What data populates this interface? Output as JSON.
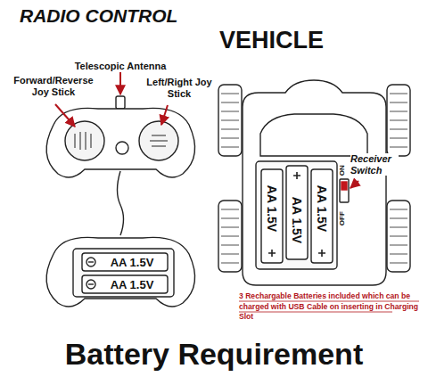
{
  "diagram": {
    "title": "RADIO  CONTROL",
    "caption": "Battery Requirement",
    "nodes": [
      {
        "text": [
          "AA 1.5V"
        ]
      },
      {
        "text": [
          "AA 1.5V"
        ]
      },
      {
        "text": [
          "AA 1.5V"
        ]
      },
      {
        "text": [
          "AA 1.5V"
        ]
      },
      {
        "text": [
          "AA 1.5V"
        ]
      }
    ],
    "labels": [
      "VEHICLE",
      "Telescopic Antenna",
      "Forward/Reverse Joy Stick",
      "Left/Right Joy Stick",
      "Receiver Switch",
      "ON",
      "OFF",
      "3 Rechargable Batteries included which can be charged with USB Cable on inserting in Charging Slot"
    ]
  }
}
